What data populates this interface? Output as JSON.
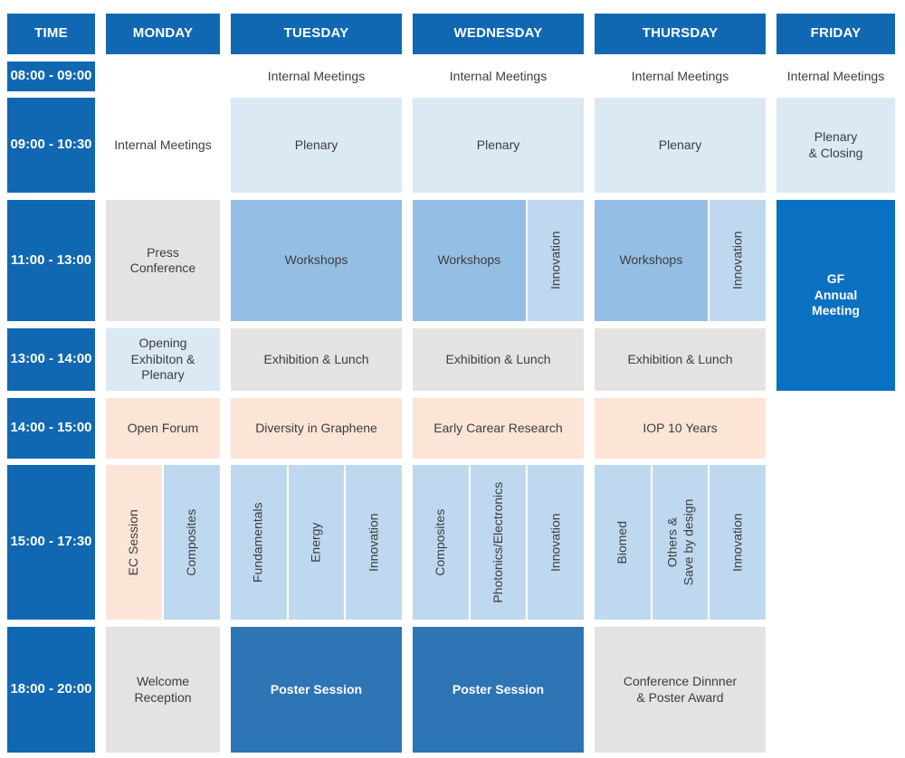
{
  "palette": {
    "header_blue": "#1068b2",
    "bright_blue": "#0a70c2",
    "poster_blue": "#2e75b6",
    "light_blue": "#dbe9f5",
    "medium_blue": "#95bee4",
    "pale_blue": "#bed9ef",
    "gray": "#e4e3e2",
    "peach": "#fce5d7",
    "text_dark": "#3d3d3d",
    "white": "#ffffff"
  },
  "columns": [
    {
      "id": "time",
      "label": "TIME"
    },
    {
      "id": "monday",
      "label": "MONDAY"
    },
    {
      "id": "tuesday",
      "label": "TUESDAY"
    },
    {
      "id": "wednesday",
      "label": "WEDNESDAY"
    },
    {
      "id": "thursday",
      "label": "THURSDAY"
    },
    {
      "id": "friday",
      "label": "FRIDAY"
    }
  ],
  "rows": [
    {
      "time": "08:00 - 09:00",
      "cells": [
        {
          "col": "tuesday",
          "label": "Internal Meetings",
          "fill": "white"
        },
        {
          "col": "wednesday",
          "label": "Internal Meetings",
          "fill": "white"
        },
        {
          "col": "thursday",
          "label": "Internal Meetings",
          "fill": "white"
        },
        {
          "col": "friday",
          "label": "Internal Meetings",
          "fill": "white"
        }
      ]
    },
    {
      "time": "09:00 - 10:30",
      "cells": [
        {
          "col": "monday",
          "label": "Internal Meetings",
          "fill": "white"
        },
        {
          "col": "tuesday",
          "label": "Plenary",
          "fill": "light_blue"
        },
        {
          "col": "wednesday",
          "label": "Plenary",
          "fill": "light_blue"
        },
        {
          "col": "thursday",
          "label": "Plenary",
          "fill": "light_blue"
        },
        {
          "col": "friday",
          "label": "Plenary\n& Closing",
          "fill": "light_blue"
        }
      ]
    },
    {
      "time": "11:00 - 13:00",
      "cells": [
        {
          "col": "monday",
          "label": "Press\nConference",
          "fill": "gray"
        },
        {
          "col": "tuesday",
          "label": "Workshops",
          "fill": "medium_blue"
        },
        {
          "col": "wednesday",
          "split": [
            {
              "label": "Workshops",
              "fill": "medium_blue",
              "w": 2
            },
            {
              "label": "Innovation",
              "fill": "pale_blue",
              "w": 1,
              "vertical": true
            }
          ]
        },
        {
          "col": "thursday",
          "split": [
            {
              "label": "Workshops",
              "fill": "medium_blue",
              "w": 2
            },
            {
              "label": "Innovation",
              "fill": "pale_blue",
              "w": 1,
              "vertical": true
            }
          ]
        },
        {
          "col": "friday",
          "label": "GF\nAnnual\nMeeting",
          "fill": "bright_blue",
          "emph": true,
          "rowspan": 2
        }
      ]
    },
    {
      "time": "13:00 - 14:00",
      "cells": [
        {
          "col": "monday",
          "label": "Opening\nExhibiton &\nPlenary",
          "fill": "light_blue"
        },
        {
          "col": "tuesday",
          "label": "Exhibition & Lunch",
          "fill": "gray"
        },
        {
          "col": "wednesday",
          "label": "Exhibition & Lunch",
          "fill": "gray"
        },
        {
          "col": "thursday",
          "label": "Exhibition & Lunch",
          "fill": "gray"
        }
      ]
    },
    {
      "time": "14:00 - 15:00",
      "cells": [
        {
          "col": "monday",
          "label": "Open Forum",
          "fill": "peach"
        },
        {
          "col": "tuesday",
          "label": "Diversity in Graphene",
          "fill": "peach"
        },
        {
          "col": "wednesday",
          "label": "Early Carear Research",
          "fill": "peach"
        },
        {
          "col": "thursday",
          "label": "IOP 10 Years",
          "fill": "peach"
        }
      ]
    },
    {
      "time": "15:00 - 17:30",
      "cells": [
        {
          "col": "monday",
          "split": [
            {
              "label": "EC Session",
              "fill": "peach",
              "vertical": true
            },
            {
              "label": "Composites",
              "fill": "pale_blue",
              "vertical": true
            }
          ]
        },
        {
          "col": "tuesday",
          "split": [
            {
              "label": "Fundamentals",
              "fill": "pale_blue",
              "vertical": true
            },
            {
              "label": "Energy",
              "fill": "pale_blue",
              "vertical": true
            },
            {
              "label": "Innovation",
              "fill": "pale_blue",
              "vertical": true
            }
          ]
        },
        {
          "col": "wednesday",
          "split": [
            {
              "label": "Composites",
              "fill": "pale_blue",
              "vertical": true
            },
            {
              "label": "Photonics/Electronics",
              "fill": "pale_blue",
              "vertical": true
            },
            {
              "label": "Innovation",
              "fill": "pale_blue",
              "vertical": true
            }
          ]
        },
        {
          "col": "thursday",
          "split": [
            {
              "label": "Biomed",
              "fill": "pale_blue",
              "vertical": true
            },
            {
              "label": "Others &\nSave by design",
              "fill": "pale_blue",
              "vertical": true
            },
            {
              "label": "Innovation",
              "fill": "pale_blue",
              "vertical": true
            }
          ]
        }
      ]
    },
    {
      "time": "18:00 - 20:00",
      "cells": [
        {
          "col": "monday",
          "label": "Welcome\nReception",
          "fill": "gray"
        },
        {
          "col": "tuesday",
          "label": "Poster Session",
          "fill": "poster_blue",
          "emph": true
        },
        {
          "col": "wednesday",
          "label": "Poster Session",
          "fill": "poster_blue",
          "emph": true
        },
        {
          "col": "thursday",
          "label": "Conference Dinnner\n& Poster Award",
          "fill": "gray"
        }
      ]
    }
  ]
}
